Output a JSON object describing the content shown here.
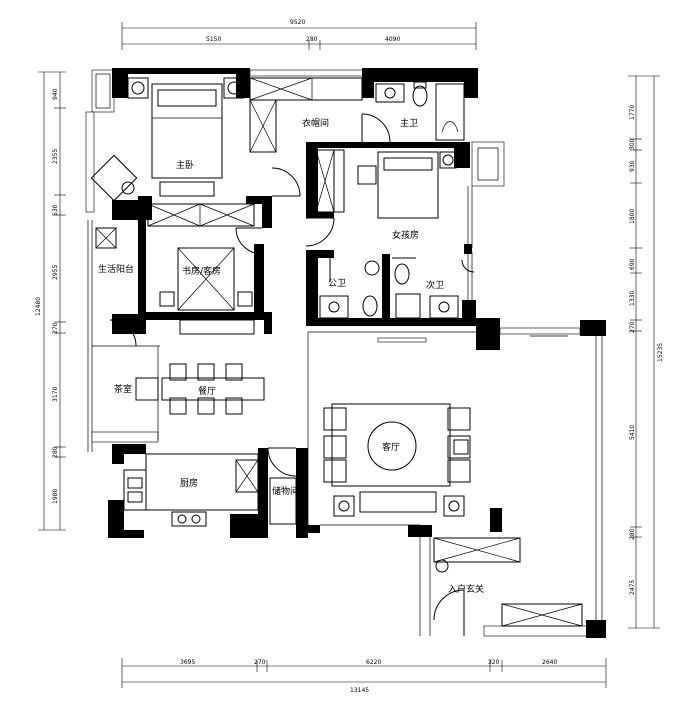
{
  "rooms": {
    "master_bedroom": "主卧",
    "wardrobe": "衣帽间",
    "master_bath": "主卫",
    "daughter_room": "女孩房",
    "utility_balcony": "生活阳台",
    "study": "书房/客房",
    "public_bath": "公卫",
    "second_bath": "次卫",
    "tea_room": "茶室",
    "dining": "餐厅",
    "living": "客厅",
    "kitchen": "厨房",
    "storage": "储物间",
    "entrance": "入户玄关"
  },
  "dimensions": {
    "top_total": "9520",
    "top_segments": [
      "5150",
      "280",
      "4090"
    ],
    "bottom_total": "13145",
    "bottom_segments": [
      "3695",
      "270",
      "6220",
      "320",
      "2640"
    ],
    "left_total": "12480",
    "left_segments": [
      "940",
      "2355",
      "530",
      "2955",
      "270",
      "3170",
      "280",
      "1980"
    ],
    "right_total": "15235",
    "right_segments": [
      "1770",
      "300",
      "930",
      "1800",
      "690",
      "1330",
      "270",
      "5410",
      "280",
      "2475"
    ]
  }
}
